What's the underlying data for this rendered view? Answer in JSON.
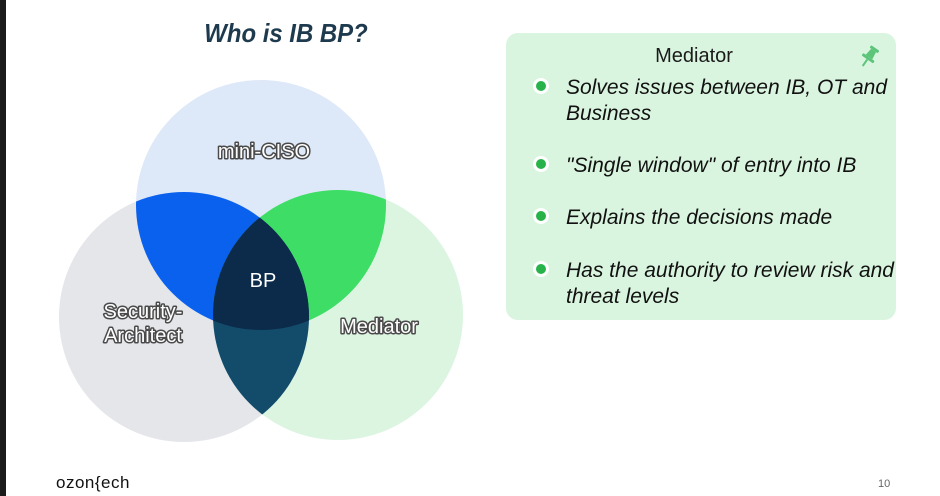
{
  "slide": {
    "title": "Who is IB BP?",
    "page_number": "10",
    "logo_text": "ozon{ech"
  },
  "venn": {
    "circles": [
      {
        "label": "mini-CISO",
        "color": "#dde8f8"
      },
      {
        "label": "Security-\nArchitect",
        "color": "#e4e6ea"
      },
      {
        "label": "Mediator",
        "color": "#dcf5e1"
      }
    ],
    "label_top": "mini-CISO",
    "label_left_line1": "Security-",
    "label_left_line2": "Architect",
    "label_right": "Mediator",
    "center_label": "BP",
    "colors": {
      "top_left_overlap": "#0a61ee",
      "top_right_overlap": "#3ddd66",
      "bottom_overlap": "#134b6b",
      "center": "#0c2a4a"
    }
  },
  "card": {
    "title": "Mediator",
    "icon": "pin-icon",
    "accent": "#27b34a",
    "bullets": [
      "Solves issues between IB, OT and Business",
      "\"Single window\" of entry into IB",
      "Explains the decisions made",
      "Has the authority to review risk and threat levels"
    ]
  }
}
